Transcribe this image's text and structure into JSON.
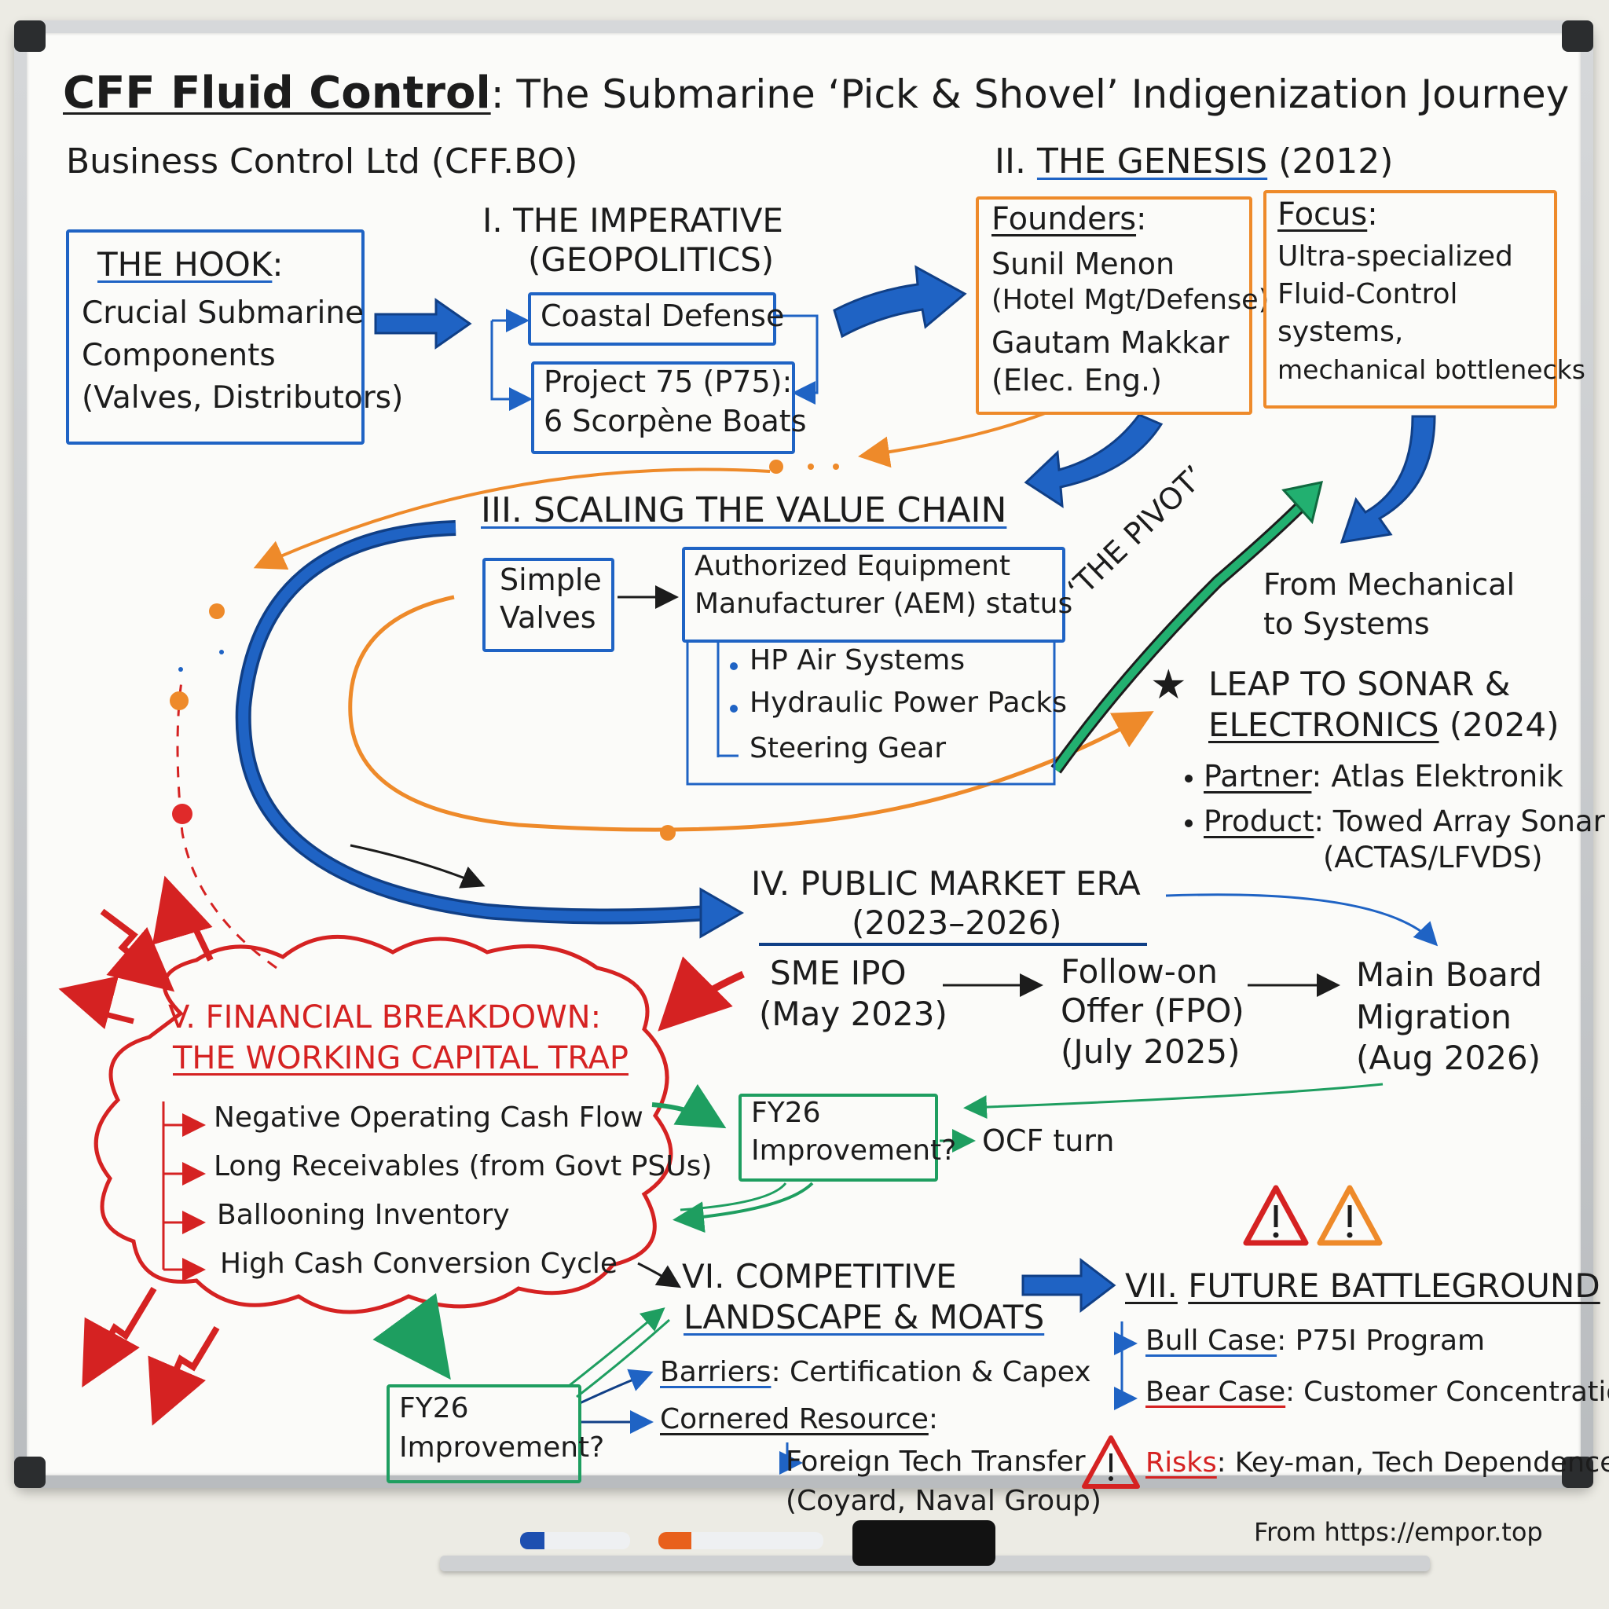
{
  "title": {
    "main": "CFF Fluid Control",
    "rest": ": The Submarine ‘Pick & Shovel’ Indigenization Journey",
    "subtitle": "Business Control Ltd (CFF.BO)"
  },
  "hook": {
    "heading": "THE HOOK",
    "colon": ":",
    "lines": [
      "Crucial Submarine",
      "Components",
      "(Valves, Distributors)"
    ]
  },
  "imperative": {
    "heading_1": "I. THE IMPERATIVE",
    "heading_2": "(GEOPOLITICS)",
    "coastal": "Coastal Defense",
    "p75_1": "Project 75 (P75):",
    "p75_2": "6 Scorpène Boats"
  },
  "genesis": {
    "heading_num": "II.",
    "heading": "THE GENESIS",
    "year": "(2012)",
    "founders_label": "Founders",
    "founders_lines": [
      "Sunil Menon",
      "(Hotel Mgt/Defense)",
      "Gautam Makkar",
      "(Elec. Eng.)"
    ],
    "focus_label": "Focus",
    "focus_lines": [
      "Ultra-specialized",
      "Fluid-Control",
      "systems,",
      "mechanical bottlenecks"
    ]
  },
  "scaling": {
    "heading": "III. SCALING THE VALUE CHAIN",
    "simple_1": "Simple",
    "simple_2": "Valves",
    "aem_1": "Authorized Equipment",
    "aem_2": "Manufacturer (AEM) status",
    "items": [
      "HP Air Systems",
      "Hydraulic Power Packs",
      "Steering Gear"
    ]
  },
  "pivot": {
    "label": "‘THE PIVOT’",
    "from_1": "From Mechanical",
    "from_2": "to Systems",
    "star": "★",
    "leap_1": "LEAP TO SONAR &",
    "leap_2": "ELECTRONICS",
    "leap_year": "(2024)",
    "partner_label": "Partner",
    "partner_value": ": Atlas Elektronik",
    "product_label": "Product",
    "product_value": ": Towed Array Sonar",
    "product_value_2": "(ACTAS/LFVDS)"
  },
  "public_market": {
    "heading_1": "IV. PUBLIC MARKET ERA",
    "heading_2": "(2023–2026)",
    "sme_1": "SME IPO",
    "sme_2": "(May 2023)",
    "fpo_1": "Follow-on",
    "fpo_2": "Offer (FPO)",
    "fpo_3": "(July 2025)",
    "main_1": "Main Board",
    "main_2": "Migration",
    "main_3": "(Aug 2026)"
  },
  "financial": {
    "heading_1": "V. FINANCIAL BREAKDOWN:",
    "heading_2": "THE WORKING CAPITAL TRAP",
    "items": [
      "Negative Operating Cash Flow",
      "Long Receivables (from Govt PSUs)",
      "Ballooning Inventory",
      "High Cash Conversion Cycle"
    ]
  },
  "fy26_upper": {
    "line_1": "FY26",
    "line_2": "Improvement?",
    "ocf": "OCF turn"
  },
  "fy26_lower": {
    "line_1": "FY26",
    "line_2": "Improvement?"
  },
  "competitive": {
    "heading_1": "VI. COMPETITIVE",
    "heading_2": "LANDSCAPE & MOATS",
    "barriers_label": "Barriers",
    "barriers_value": ": Certification & Capex",
    "cornered_label": "Cornered Resource",
    "cornered_colon": ":",
    "foreign_1": "Foreign Tech Transfer",
    "foreign_2": "(Coyard, Naval Group)"
  },
  "future": {
    "heading_num": "VII.",
    "heading": "FUTURE BATTLEGROUND",
    "bull_label": "Bull Case",
    "bull_value": ": P75I Program",
    "bear_label": "Bear Case",
    "bear_value": ": Customer Concentration",
    "risks_label": "Risks",
    "risks_value": ": Key-man, Tech Dependence"
  },
  "source": "From https://empor.top",
  "colors": {
    "blue": "#1f63c4",
    "orange": "#ee8a2a",
    "red": "#d52222",
    "green": "#1e9e60",
    "ink": "#1c1c1c"
  }
}
